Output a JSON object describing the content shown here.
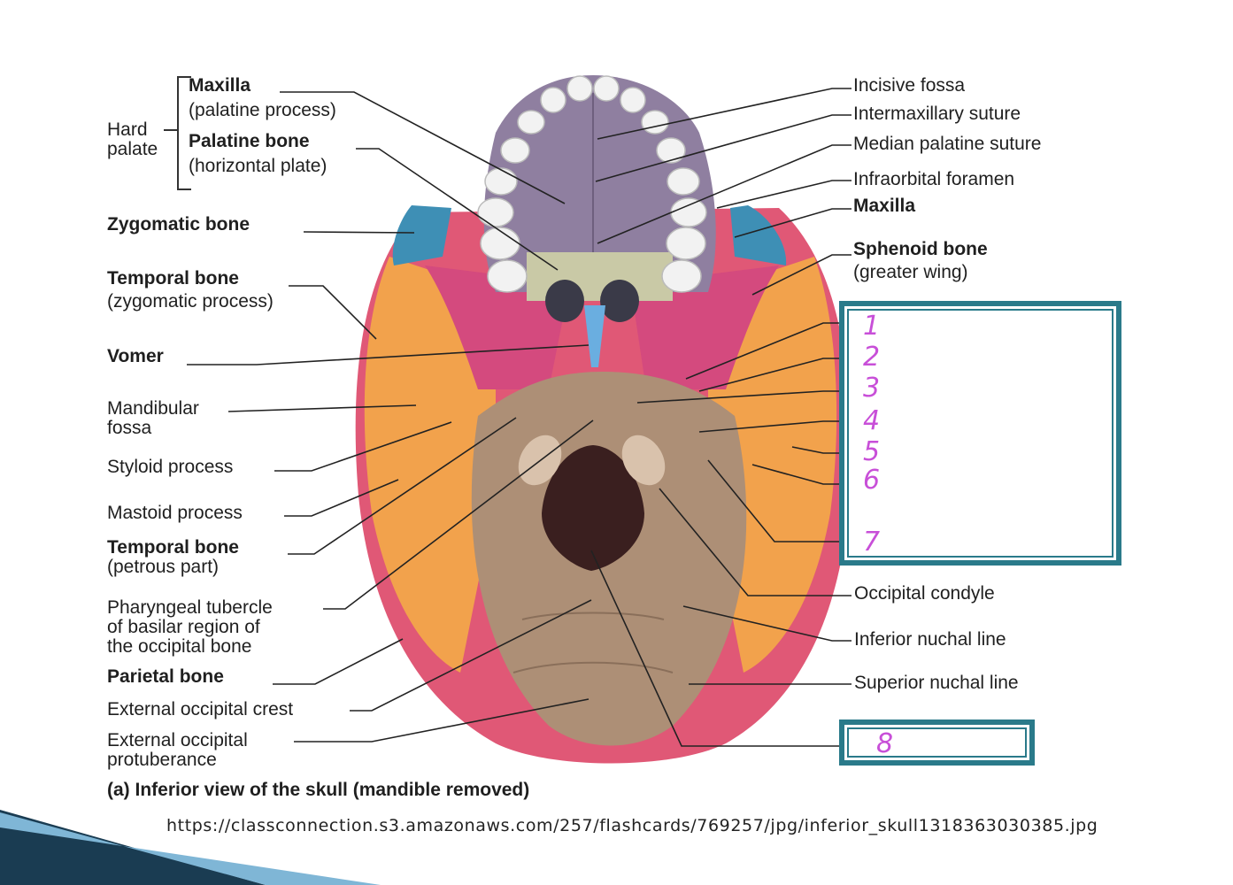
{
  "labels_left": {
    "hard_palate": "Hard\npalate",
    "maxilla": "Maxilla",
    "maxilla_sub": "(palatine process)",
    "palatine": "Palatine bone",
    "palatine_sub": "(horizontal plate)",
    "zygomatic": "Zygomatic bone",
    "temporal_zyg": "Temporal bone",
    "temporal_zyg_sub": "(zygomatic process)",
    "vomer": "Vomer",
    "mandibular_1": "Mandibular",
    "mandibular_2": "fossa",
    "styloid": "Styloid process",
    "mastoid": "Mastoid process",
    "temporal_pet": "Temporal bone",
    "temporal_pet_sub": "(petrous part)",
    "pharyngeal_1": "Pharyngeal tubercle",
    "pharyngeal_2": "of basilar region of",
    "pharyngeal_3": "the occipital bone",
    "parietal": "Parietal bone",
    "ext_crest": "External occipital crest",
    "ext_protub_1": "External occipital",
    "ext_protub_2": "protuberance"
  },
  "labels_right": {
    "incisive": "Incisive fossa",
    "intermaxillary": "Intermaxillary suture",
    "median_palatine": "Median palatine suture",
    "infraorbital": "Infraorbital foramen",
    "maxilla": "Maxilla",
    "sphenoid": "Sphenoid bone",
    "sphenoid_sub": "(greater wing)",
    "occipital_condyle": "Occipital condyle",
    "inferior_nuchal": "Inferior nuchal line",
    "superior_nuchal": "Superior nuchal line"
  },
  "answer_numbers": [
    "1",
    "2",
    "3",
    "4",
    "5",
    "6",
    "7"
  ],
  "answer_number_8": "8",
  "caption": "(a) Inferior view of the skull (mandible removed)",
  "source_url": "https://classconnection.s3.amazonaws.com/257/flashcards/769257/jpg/inferior_skull1318363030385.jpg",
  "colors": {
    "maxilla": "#8f7fa0",
    "palatine": "#c9c9a6",
    "sphenoid": "#d44a7e",
    "temporal": "#f0a651",
    "zygomatic": "#3e8fb5",
    "occipital": "#ad8f76",
    "vomer": "#6aaee0",
    "parietal": "#e04f6f",
    "box": "#2a7a8a",
    "handwriting": "#c84fd8"
  }
}
